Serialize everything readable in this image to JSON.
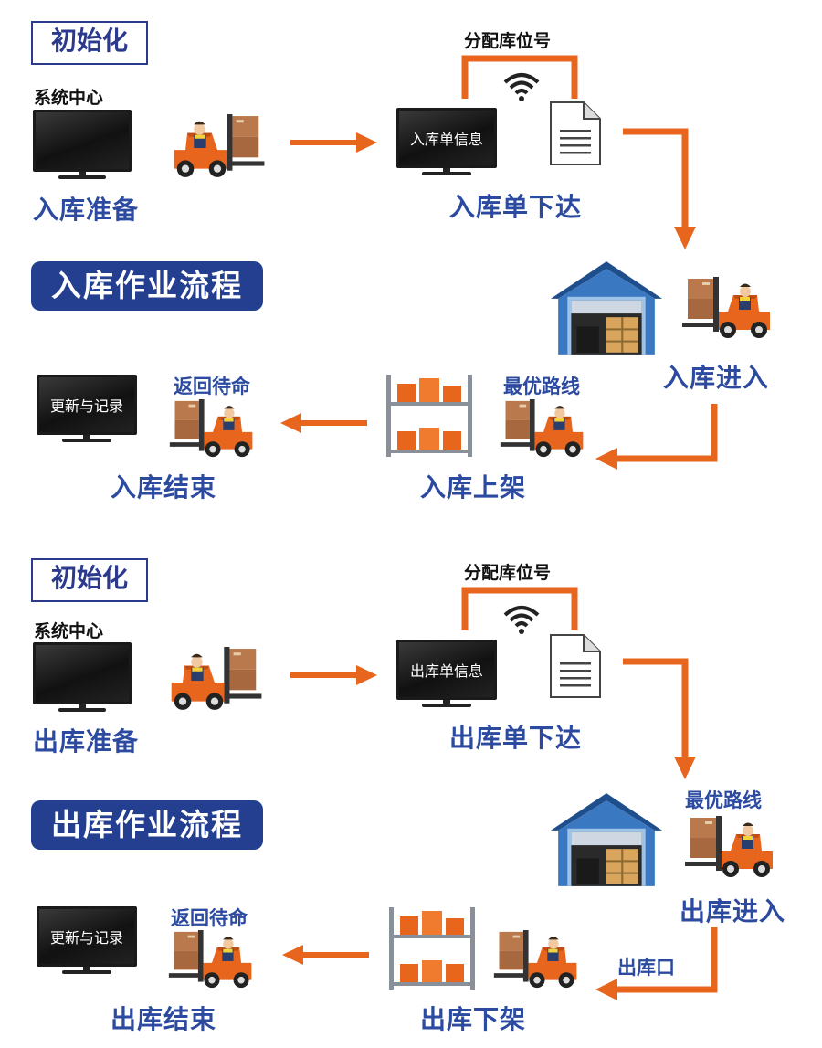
{
  "inbound": {
    "init_label": "初始化",
    "system_center": "系统中心",
    "prepare_label": "入库准备",
    "assign_slot": "分配库位号",
    "order_screen_text": "入库单信息",
    "order_issue_label": "入库单下达",
    "banner": "入库作业流程",
    "enter_label": "入库进入",
    "optimal_route": "最优路线",
    "shelve_label": "入库上架",
    "return_standby": "返回待命",
    "update_screen_text": "更新与记录",
    "end_label": "入库结束"
  },
  "outbound": {
    "init_label": "初始化",
    "system_center": "系统中心",
    "prepare_label": "出库准备",
    "assign_slot": "分配库位号",
    "order_screen_text": "出库单信息",
    "order_issue_label": "出库单下达",
    "banner": "出库作业流程",
    "optimal_route": "最优路线",
    "enter_label": "出库进入",
    "exit_port": "出库口",
    "unshelve_label": "出库下架",
    "return_standby": "返回待命",
    "update_screen_text": "更新与记录",
    "end_label": "出库结束"
  },
  "colors": {
    "arrow": "#e8651e",
    "banner_bg": "#243f8f",
    "label_blue": "#2b4aa0"
  }
}
